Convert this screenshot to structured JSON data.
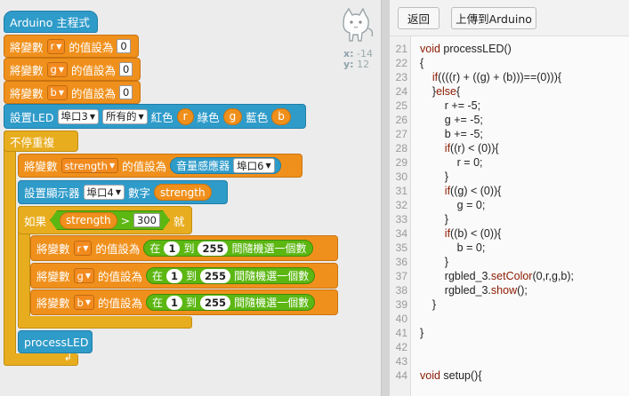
{
  "cat_coords": {
    "x_label": "x:",
    "x": "-14",
    "y_label": "y:",
    "y": "12"
  },
  "blocks": {
    "main_title": "Arduino 主程式",
    "set_var_label": "將變數",
    "set_value_label": "的值設為",
    "var_r": "r",
    "var_g": "g",
    "var_b": "b",
    "zero": "0",
    "set_led": "設置LED",
    "port3": "埠口3",
    "all": "所有的",
    "red": "紅色",
    "green": "綠色",
    "blue": "藍色",
    "forever": "不停重複",
    "var_strength": "strength",
    "sound_sensor": "音量感應器",
    "port6": "埠口6",
    "set_display": "設置顯示器",
    "port4": "埠口4",
    "number_label": "數字",
    "if_label": "如果",
    "gt": ">",
    "threshold": "300",
    "then_label": "就",
    "random_in": "在",
    "rand_from": "1",
    "rand_to_label": "到",
    "rand_to": "255",
    "random_pick": "間隨機選一個數",
    "call_proc": "processLED"
  },
  "toolbar": {
    "back": "返回",
    "upload": "上傳到Arduino"
  },
  "code": [
    {
      "n": "21",
      "t": "void processLED()",
      "kw": "void"
    },
    {
      "n": "22",
      "t": "{"
    },
    {
      "n": "23",
      "t": "    if((((r) + ((g) + (b)))==(0))){",
      "kw": "if"
    },
    {
      "n": "24",
      "t": "    }else{",
      "kw": "else"
    },
    {
      "n": "25",
      "t": "        r += -5;"
    },
    {
      "n": "26",
      "t": "        g += -5;"
    },
    {
      "n": "27",
      "t": "        b += -5;"
    },
    {
      "n": "28",
      "t": "        if((r) < (0)){",
      "kw": "if"
    },
    {
      "n": "29",
      "t": "            r = 0;"
    },
    {
      "n": "30",
      "t": "        }"
    },
    {
      "n": "31",
      "t": "        if((g) < (0)){",
      "kw": "if"
    },
    {
      "n": "32",
      "t": "            g = 0;"
    },
    {
      "n": "33",
      "t": "        }"
    },
    {
      "n": "34",
      "t": "        if((b) < (0)){",
      "kw": "if"
    },
    {
      "n": "35",
      "t": "            b = 0;"
    },
    {
      "n": "36",
      "t": "        }"
    },
    {
      "n": "37",
      "t": "        rgbled_3.setColor(0,r,g,b);",
      "kw": "setColor"
    },
    {
      "n": "38",
      "t": "        rgbled_3.show();",
      "kw": "show"
    },
    {
      "n": "39",
      "t": "    }"
    },
    {
      "n": "40",
      "t": ""
    },
    {
      "n": "41",
      "t": "}"
    },
    {
      "n": "42",
      "t": ""
    },
    {
      "n": "43",
      "t": ""
    },
    {
      "n": "44",
      "t": "void setup(){",
      "kw": "void"
    }
  ]
}
